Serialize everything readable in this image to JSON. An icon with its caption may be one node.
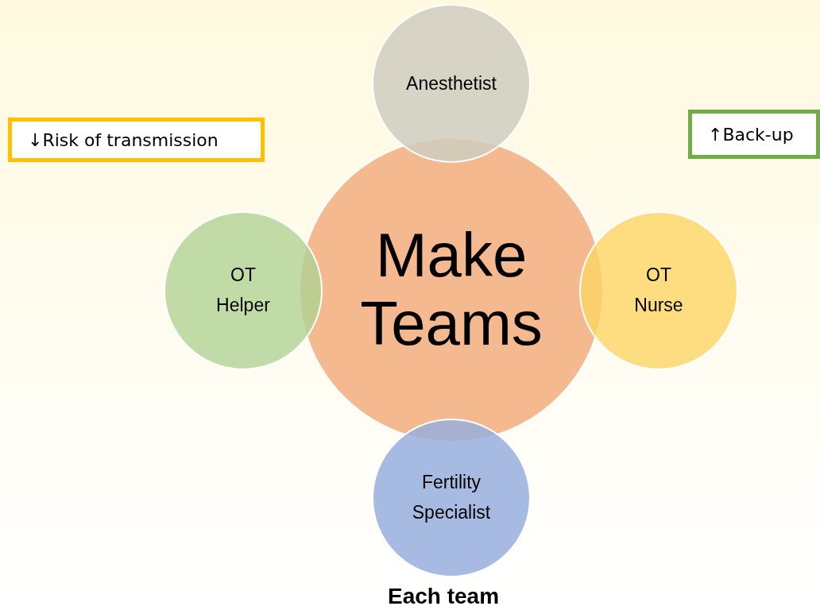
{
  "diagram": {
    "nodes": [
      {
        "text": [
          "Anesthetist"
        ]
      },
      {
        "text": [
          "↓Risk of transmission"
        ]
      },
      {
        "text": [
          "↑Back-up"
        ]
      },
      {
        "text": [
          "Make Teams"
        ]
      },
      {
        "text": [
          "OT Helper"
        ]
      },
      {
        "text": [
          "OT Nurse"
        ]
      },
      {
        "text": [
          "Fertility Specialist"
        ]
      }
    ],
    "labels": [
      "Each team"
    ]
  }
}
